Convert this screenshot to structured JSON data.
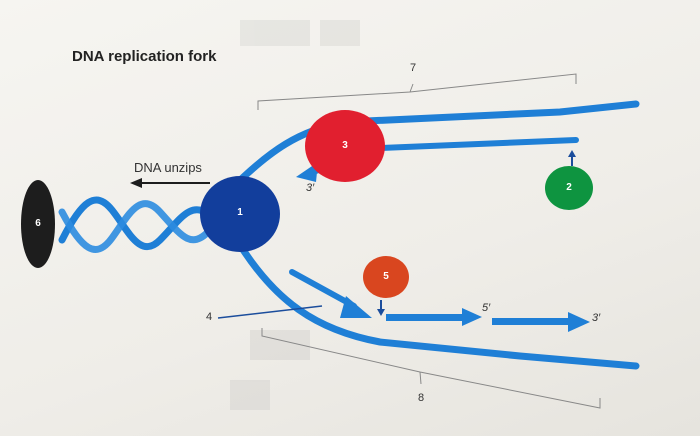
{
  "title": "DNA replication fork",
  "unzip_label": "DNA unzips",
  "labels": {
    "helicase": "1",
    "primase": "2",
    "polymerase_leading": "3",
    "lagging_pointer": "4",
    "polymerase_lagging": "5",
    "topoisomerase": "6",
    "leading_bracket": "7",
    "lagging_bracket": "8"
  },
  "primes": {
    "three_prime_top": "3′",
    "five_prime_lagging": "5′",
    "three_prime_lagging": "3′"
  },
  "colors": {
    "strand": "#1f7fd6",
    "helicase": "#123e9c",
    "polymerase": "#e11f2f",
    "primase": "#0e9440",
    "lagging_enzyme": "#d9461f",
    "topoisomerase": "#1d1d1d"
  }
}
